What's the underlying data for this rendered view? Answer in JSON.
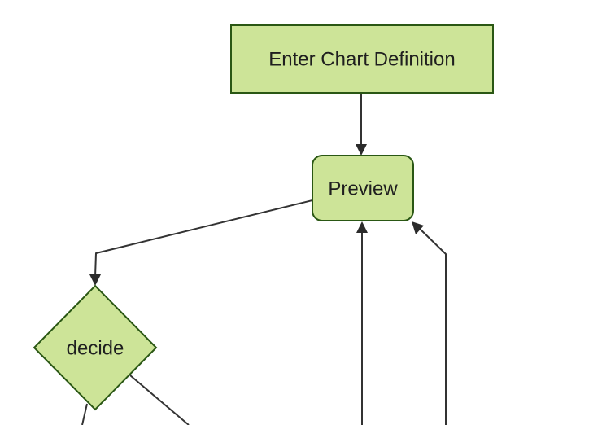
{
  "diagram": {
    "type": "flowchart",
    "orientation": "top-down",
    "style": {
      "background": "#ffffff",
      "node_fill": "#cde498",
      "node_border": "#2a5714",
      "edge_color": "#333333",
      "arrowhead_color": "#2b2b2b",
      "text_color": "#1f1f1f"
    },
    "nodes": [
      {
        "id": "enter_chart_definition",
        "label": "Enter Chart Definition",
        "shape": "rectangle"
      },
      {
        "id": "preview",
        "label": "Preview",
        "shape": "rounded-rectangle"
      },
      {
        "id": "decide",
        "label": "decide",
        "shape": "diamond"
      }
    ],
    "edges": [
      {
        "from": "enter_chart_definition",
        "to": "preview",
        "arrowhead": true
      },
      {
        "from": "preview",
        "to": "decide",
        "arrowhead": true
      },
      {
        "from": "offscreen_bottom_center",
        "to": "preview",
        "arrowhead": true
      },
      {
        "from": "offscreen_bottom_right",
        "to": "preview",
        "arrowhead": true
      },
      {
        "from": "decide",
        "to": "offscreen_bottom_left",
        "arrowhead": false
      },
      {
        "from": "decide",
        "to": "offscreen_bottom_right",
        "arrowhead": false
      }
    ]
  }
}
